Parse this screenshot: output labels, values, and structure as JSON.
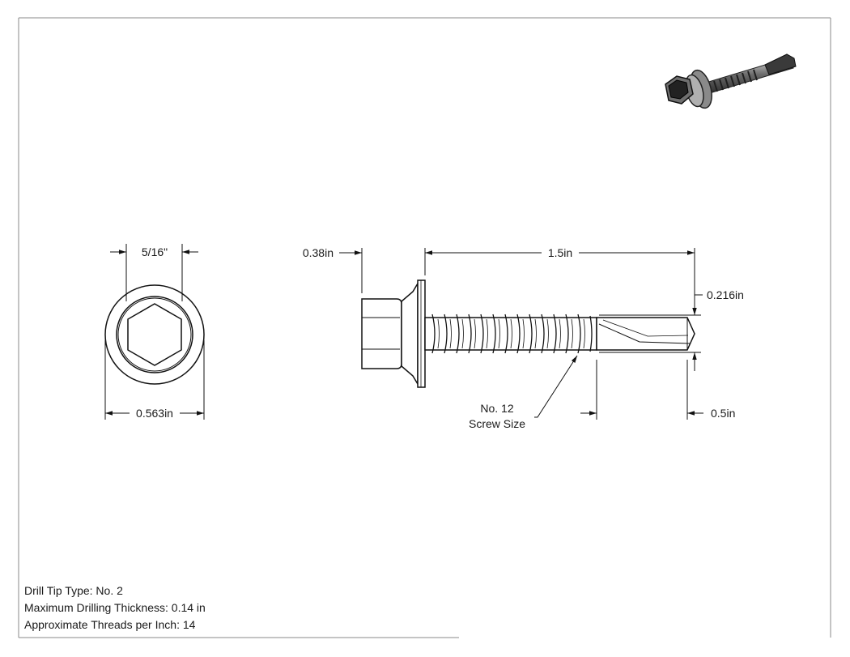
{
  "dimensions": {
    "hex_size": "5/16\"",
    "head_diameter": "0.563in",
    "head_height": "0.38in",
    "length": "1.5in",
    "tip_diameter": "0.216in",
    "tip_length": "0.5in"
  },
  "callout": {
    "line1": "No. 12",
    "line2": "Screw Size"
  },
  "notes": {
    "drill_tip": "Drill Tip Type: No. 2",
    "max_thickness": "Maximum Drilling Thickness: 0.14 in",
    "threads_per_inch": "Approximate Threads per Inch: 14"
  },
  "thumbnail_icon": "hex-washer-head-drilling-screw-icon"
}
